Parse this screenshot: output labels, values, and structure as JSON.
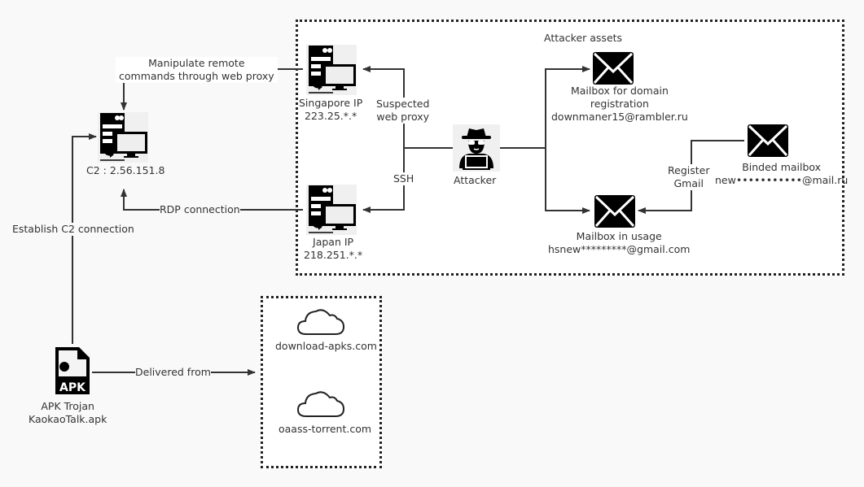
{
  "groups": {
    "attacker_assets": {
      "title": "Attacker assets"
    }
  },
  "nodes": {
    "c2": {
      "label": "C2 : 2.56.151.8",
      "icon": "server-icon"
    },
    "singapore": {
      "line1": "Singapore IP",
      "line2": "223.25.*.*",
      "icon": "server-icon"
    },
    "japan": {
      "line1": "Japan IP",
      "line2": "218.251.*.*",
      "icon": "server-icon"
    },
    "attacker": {
      "label": "Attacker",
      "icon": "hacker-icon"
    },
    "mailbox_domain": {
      "line1": "Mailbox for domain",
      "line2": "registration",
      "line3": "downmaner15@rambler.ru",
      "icon": "envelope-icon"
    },
    "mailbox_binded": {
      "line1": "Binded mailbox",
      "line2": "new•••••••••••@mail.ru",
      "icon": "envelope-icon"
    },
    "mailbox_usage": {
      "line1": "Mailbox in usage",
      "line2": "hsnew*********@gmail.com",
      "icon": "envelope-icon"
    },
    "apk": {
      "line1": "APK Trojan",
      "line2": "KaokaoTalk.apk",
      "icon": "apk-file-icon",
      "badge": "APK"
    },
    "site1": {
      "label": "download-apks.com",
      "icon": "cloud-icon"
    },
    "site2": {
      "label": "oaass-torrent.com",
      "icon": "cloud-icon"
    }
  },
  "edges": {
    "manipulate": {
      "line1": "Manipulate remote",
      "line2": "commands through web proxy"
    },
    "suspected": {
      "line1": "Suspected",
      "line2": "web proxy"
    },
    "ssh": {
      "label": "SSH"
    },
    "rdp": {
      "label": "RDP connection"
    },
    "establish": {
      "label": "Establish C2 connection"
    },
    "register": {
      "line1": "Register",
      "line2": "Gmail"
    },
    "delivered": {
      "label": "Delivered from"
    }
  }
}
